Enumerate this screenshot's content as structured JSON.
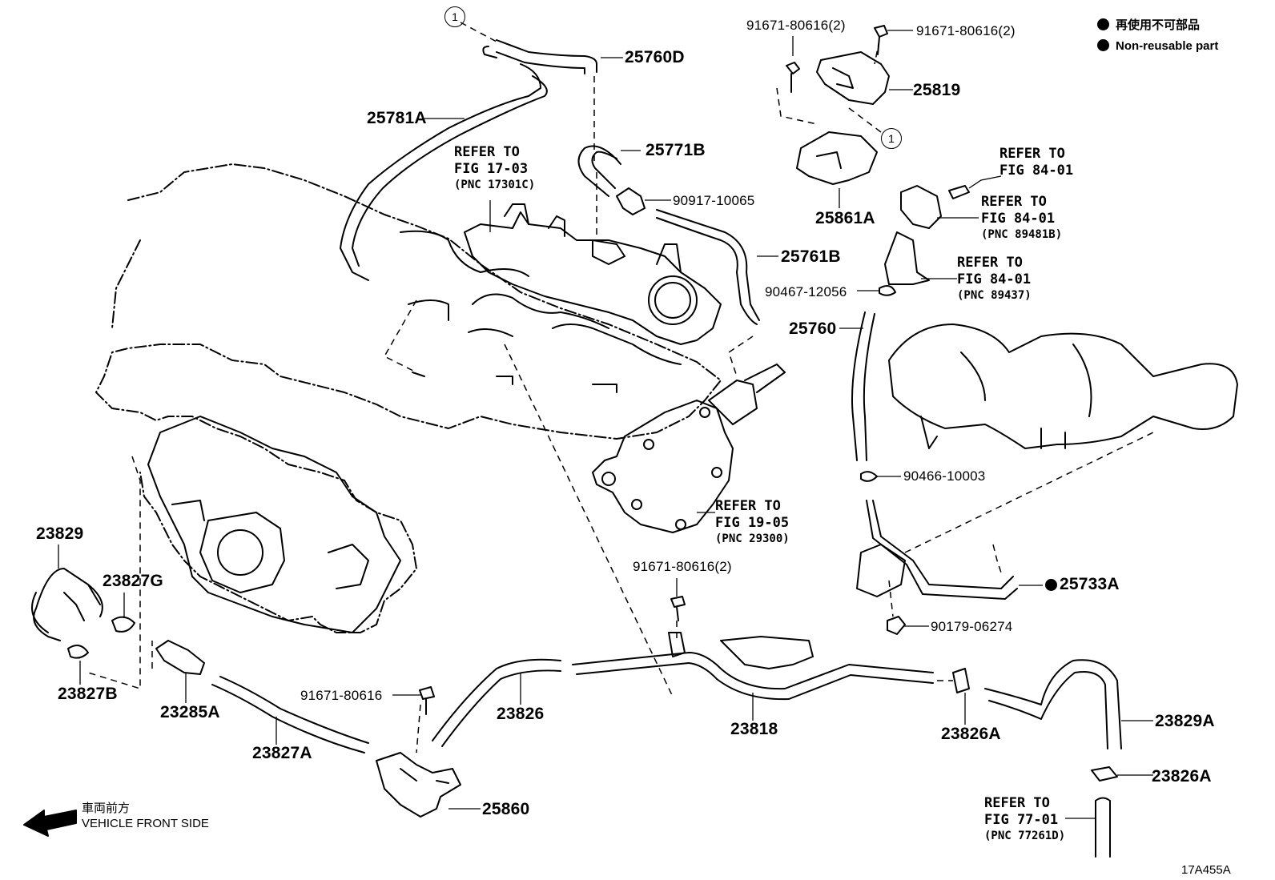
{
  "diagram": {
    "legend": [
      {
        "text": "再使用不可部品"
      },
      {
        "text": "Non-reusable part"
      }
    ],
    "circle_marker": "1",
    "parts": {
      "p25760D": "25760D",
      "p25781A": "25781A",
      "p25771B": "25771B",
      "p90917": "90917-10065",
      "p25761B": "25761B",
      "p91671_a": "91671-80616(2)",
      "p91671_b": "91671-80616(2)",
      "p25819": "25819",
      "p25861A": "25861A",
      "p90467": "90467-12056",
      "p25760": "25760",
      "p90466": "90466-10003",
      "p25733A": "25733A",
      "p90179": "90179-06274",
      "p91671_c": "91671-80616(2)",
      "p23829": "23829",
      "p23827G": "23827G",
      "p23827B": "23827B",
      "p23285A": "23285A",
      "p23827A": "23827A",
      "p91671_d": "91671-80616",
      "p23826": "23826",
      "p23818": "23818",
      "p23826A_1": "23826A",
      "p23829A": "23829A",
      "p23826A_2": "23826A",
      "p25860": "25860"
    },
    "refs": {
      "r1703": {
        "line1": "REFER TO",
        "line2": "FIG 17-03",
        "pnc": "(PNC 17301C)"
      },
      "r8401a": {
        "line1": "REFER TO",
        "line2": "FIG 84-01"
      },
      "r8401b": {
        "line1": "REFER TO",
        "line2": "FIG 84-01",
        "pnc": "(PNC 89481B)"
      },
      "r8401c": {
        "line1": "REFER TO",
        "line2": "FIG 84-01",
        "pnc": "(PNC 89437)"
      },
      "r1905": {
        "line1": "REFER TO",
        "line2": "FIG 19-05",
        "pnc": "(PNC 29300)"
      },
      "r7701": {
        "line1": "REFER TO",
        "line2": "FIG 77-01",
        "pnc": "(PNC 77261D)"
      }
    },
    "direction": {
      "jp": "車両前方",
      "en": "VEHICLE FRONT SIDE"
    },
    "figure_code": "17A455A"
  }
}
